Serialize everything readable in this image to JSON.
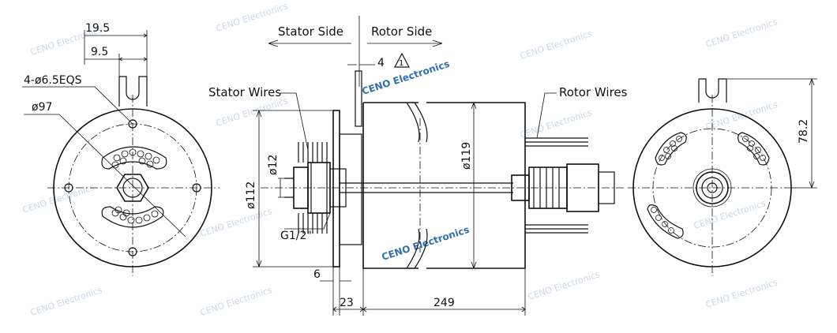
{
  "labels": {
    "stator_side": "Stator Side",
    "rotor_side": "Rotor Side",
    "stator_wires": "Stator Wires",
    "rotor_wires": "Rotor Wires",
    "thread": "G1/2\""
  },
  "dimensions": {
    "d19_5": "19.5",
    "d9_5": "9.5",
    "holes": "4-ø6.5EQS",
    "d97": "ø97",
    "d112": "ø112",
    "d12": "ø12",
    "d119": "ø119",
    "d4": "4",
    "warn": "1",
    "d6": "6",
    "d23": "23",
    "d249": "249",
    "d78_2": "78.2"
  },
  "watermarks": [
    "CENO Electronics",
    "CENO Electronics",
    "CENO Electronics",
    "CENO Electronics",
    "CENO Electronics",
    "CENO Electronics",
    "CENO Electronics",
    "CENO Electronics",
    "CENO Electronics",
    "CENO Electronics",
    "CENO Electronics",
    "CENO Electronics",
    "CENO Electronics",
    "CENO Electronics",
    "CENO Electronics",
    "CENO Electronics"
  ],
  "colors": {
    "line": "#111111",
    "watermark": "#9fb7d6",
    "watermark_strong": "#2f6fb3"
  }
}
